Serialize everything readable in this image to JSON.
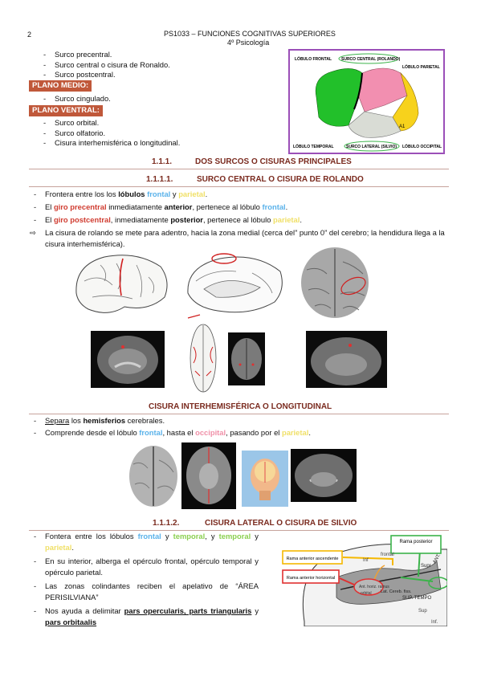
{
  "header": {
    "page_number": "2",
    "course": "PS1033 – FUNCIONES COGNITIVAS SUPERIORES",
    "degree": "4º Psicología"
  },
  "lateral_list": [
    "Surco precentral.",
    "Surco central o cisura de Ronaldo.",
    "Surco postcentral."
  ],
  "plano_medio": {
    "label": "PLANO MEDIO:",
    "items": [
      "Surco cingulado."
    ]
  },
  "plano_ventral": {
    "label": "PLANO VENTRAL:",
    "items": [
      "Surco orbital.",
      "Surco olfatorio.",
      "Cisura interhemisférica o longitudinal."
    ]
  },
  "brain_figure": {
    "lobulo_frontal": "LÓBULO FRONTAL",
    "surco_central": "SURCO CENTRAL (ROLANDO)",
    "lobulo_parietal": "LÓBULO PARIETAL",
    "a1": "A1",
    "lobulo_temporal": "LÓBULO TEMPORAL",
    "surco_lateral": "SURCO LATERAL (SILVIO)",
    "lobulo_occipital": "LÓBULO OCCIPITAL",
    "colors": {
      "frontal": "#22c02a",
      "parietal": "#f28fb0",
      "occipital": "#f7d21c",
      "temporal": "#d9dcd5",
      "frame": "#9b4fb8"
    }
  },
  "s111": {
    "num": "1.1.1.",
    "title": "DOS SURCOS O CISURAS PRINCIPALES"
  },
  "s1111": {
    "num": "1.1.1.1.",
    "title": "SURCO CENTRAL O CISURA DE ROLANDO"
  },
  "rolando": {
    "l1a": "Frontera entre los los ",
    "l1b": "lóbulos ",
    "l1c": "frontal",
    "l1d": " y ",
    "l1e": "parietal",
    "l1f": ".",
    "l2a": "El ",
    "l2b": "giro precentral",
    "l2c": " inmediatamente ",
    "l2d": "anterior",
    "l2e": ", pertenece al lóbulo ",
    "l2f": "frontal",
    "l2g": ".",
    "l3a": "El ",
    "l3b": "giro postcentral",
    "l3c": ", inmediatamente ",
    "l3d": "posterior",
    "l3e": ", pertenece al lóbulo ",
    "l3f": "parietal",
    "l3g": ".",
    "l4": "La cisura de rolando se mete para adentro, hacia la zona medial (cerca del” punto 0” del cerebro; la hendidura llega a la cisura interhemisférica)."
  },
  "s_inter": {
    "title": "CISURA INTERHEMISFÉRICA O LONGITUDINAL"
  },
  "inter": {
    "l1a": "Separa",
    "l1b": " los ",
    "l1c": "hemisferios",
    "l1d": " cerebrales.",
    "l2a": "Comprende desde el lóbulo ",
    "l2b": "frontal",
    "l2c": ", hasta el ",
    "l2d": "occipital",
    "l2e": ", pasando por el ",
    "l2f": "parietal",
    "l2g": "."
  },
  "s1112": {
    "num": "1.1.1.2.",
    "title": "CISURA LATERAL O CISURA DE SILVIO"
  },
  "silvio": {
    "l1a": "Fontera entre los lóbulos ",
    "l1b": "frontal",
    "l1c": " y ",
    "l1d": "temporal",
    "l1e": ", y ",
    "l1f": "temporal",
    "l1g": " y ",
    "l1h": "parietal",
    "l1i": ".",
    "l2": "En su interior, alberga el opérculo frontal, opérculo temporal y opérculo parietal.",
    "l3": "Las zonas colindantes reciben el apelativo de “ÁREA PERISILVIANA”",
    "l4a": "Nos ayuda a delimitar ",
    "l4b": "pars opercularis, parts triangularis",
    "l4c": " y ",
    "l4d": "pars orbitaalis"
  },
  "silvio_figure": {
    "rama_posterior": "Rama posterior",
    "rama_ascendente": "Rama anterior ascendente",
    "rama_horizontal": "Rama anterior horizontal",
    "lbl_inf": "Inf",
    "lbl_frontal": "frontal",
    "lbl_ant_horiz": "Ant. horiz. ramus",
    "lbl_orbital": "orbital",
    "lbl_lat_cereb": "Lat. Cereb. fiss.",
    "lbl_sup_temp": "SUP. TEMPO",
    "lbl_supr": "Supr",
    "lbl_ant": "ANT.",
    "lbl_sup": "Sup",
    "lbl_inf2": "Inf."
  }
}
